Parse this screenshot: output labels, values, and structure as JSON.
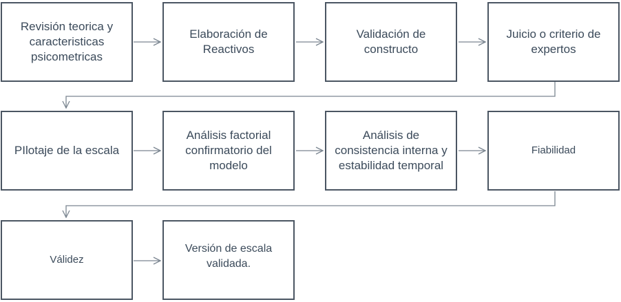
{
  "diagram": {
    "colors": {
      "box_border": "#4a5562",
      "text": "#3b4a5a",
      "arrow": "#7a8590"
    },
    "steps": [
      {
        "id": "s1",
        "label": "Revisión teorica y caracteristicas psicometricas"
      },
      {
        "id": "s2",
        "label": "Elaboración de Reactivos"
      },
      {
        "id": "s3",
        "label": "Validación de constructo"
      },
      {
        "id": "s4",
        "label": "Juicio o criterio de expertos"
      },
      {
        "id": "s5",
        "label": "PIlotaje de la escala"
      },
      {
        "id": "s6",
        "label": "Análisis factorial confirmatorio del modelo"
      },
      {
        "id": "s7",
        "label": "Análisis de consistencia interna y estabilidad temporal"
      },
      {
        "id": "s8",
        "label": "Fiabilidad"
      },
      {
        "id": "s9",
        "label": "Válidez"
      },
      {
        "id": "s10",
        "label": "Versión de escala validada."
      }
    ]
  }
}
